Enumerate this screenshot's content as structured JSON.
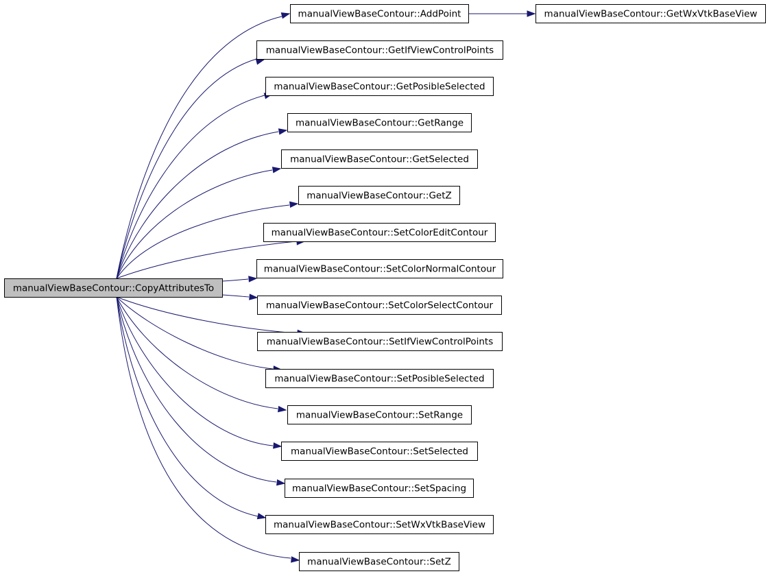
{
  "graph": {
    "edge_color": "#191970",
    "root_fill": "#bfbfbf",
    "nodes": [
      {
        "id": "copy",
        "label": "manualViewBaseContour::CopyAttributesTo"
      },
      {
        "id": "addpoint",
        "label": "manualViewBaseContour::AddPoint"
      },
      {
        "id": "getwx",
        "label": "manualViewBaseContour::GetWxVtkBaseView"
      },
      {
        "id": "getifview",
        "label": "manualViewBaseContour::GetIfViewControlPoints"
      },
      {
        "id": "getposible",
        "label": "manualViewBaseContour::GetPosibleSelected"
      },
      {
        "id": "getrange",
        "label": "manualViewBaseContour::GetRange"
      },
      {
        "id": "getselected",
        "label": "manualViewBaseContour::GetSelected"
      },
      {
        "id": "getz",
        "label": "manualViewBaseContour::GetZ"
      },
      {
        "id": "setcoloredit",
        "label": "manualViewBaseContour::SetColorEditContour"
      },
      {
        "id": "setcolornormal",
        "label": "manualViewBaseContour::SetColorNormalContour"
      },
      {
        "id": "setcolorselect",
        "label": "manualViewBaseContour::SetColorSelectContour"
      },
      {
        "id": "setifview",
        "label": "manualViewBaseContour::SetIfViewControlPoints"
      },
      {
        "id": "setposible",
        "label": "manualViewBaseContour::SetPosibleSelected"
      },
      {
        "id": "setrange",
        "label": "manualViewBaseContour::SetRange"
      },
      {
        "id": "setselected",
        "label": "manualViewBaseContour::SetSelected"
      },
      {
        "id": "setspacing",
        "label": "manualViewBaseContour::SetSpacing"
      },
      {
        "id": "setwx",
        "label": "manualViewBaseContour::SetWxVtkBaseView"
      },
      {
        "id": "setz",
        "label": "manualViewBaseContour::SetZ"
      }
    ],
    "edges": [
      {
        "from": "copy",
        "to": "addpoint"
      },
      {
        "from": "addpoint",
        "to": "getwx"
      },
      {
        "from": "copy",
        "to": "getifview"
      },
      {
        "from": "copy",
        "to": "getposible"
      },
      {
        "from": "copy",
        "to": "getrange"
      },
      {
        "from": "copy",
        "to": "getselected"
      },
      {
        "from": "copy",
        "to": "getz"
      },
      {
        "from": "copy",
        "to": "setcoloredit"
      },
      {
        "from": "copy",
        "to": "setcolornormal"
      },
      {
        "from": "copy",
        "to": "setcolorselect"
      },
      {
        "from": "copy",
        "to": "setifview"
      },
      {
        "from": "copy",
        "to": "setposible"
      },
      {
        "from": "copy",
        "to": "setrange"
      },
      {
        "from": "copy",
        "to": "setselected"
      },
      {
        "from": "copy",
        "to": "setspacing"
      },
      {
        "from": "copy",
        "to": "setwx"
      },
      {
        "from": "copy",
        "to": "setz"
      }
    ]
  }
}
